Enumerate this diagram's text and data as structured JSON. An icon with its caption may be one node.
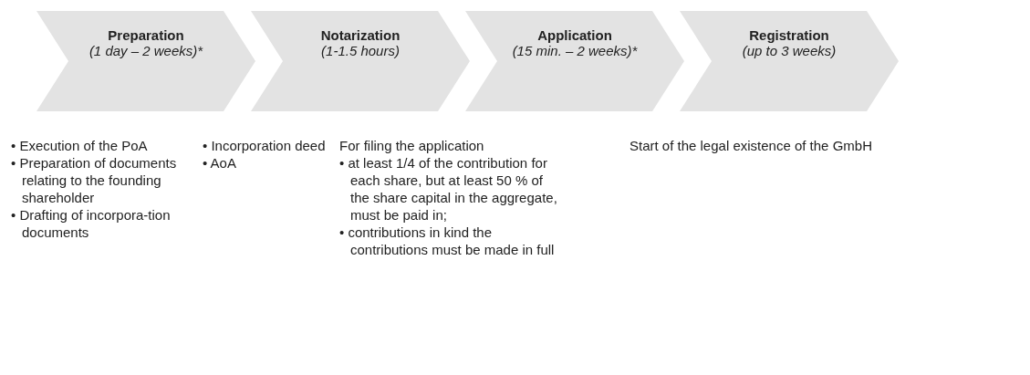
{
  "diagram": {
    "nodes": [
      {
        "text": [
          "Preparation",
          "(1 day – 2 weeks)*"
        ],
        "beside": [
          "• Execution of the PoA",
          "• Preparation of documents relating to the founding shareholder",
          "• Drafting of incorpora-tion documents"
        ]
      },
      {
        "text": [
          "Notarization",
          "(1-1.5 hours)"
        ],
        "beside": [
          "• Incorporation deed",
          "• AoA"
        ]
      },
      {
        "text": [
          "Application",
          "(15 min. – 2 weeks)*"
        ],
        "beside": [
          "For filing the application",
          "• at least 1/4 of the contribution for each share, but at least 50 % of the share capital in the aggregate, must be paid in;",
          "• contributions in kind the contributions must be made in full"
        ]
      },
      {
        "text": [
          "Registration",
          "(up to 3 weeks)"
        ],
        "beside": [
          "Start of the legal existence of the GmbH"
        ]
      }
    ]
  }
}
